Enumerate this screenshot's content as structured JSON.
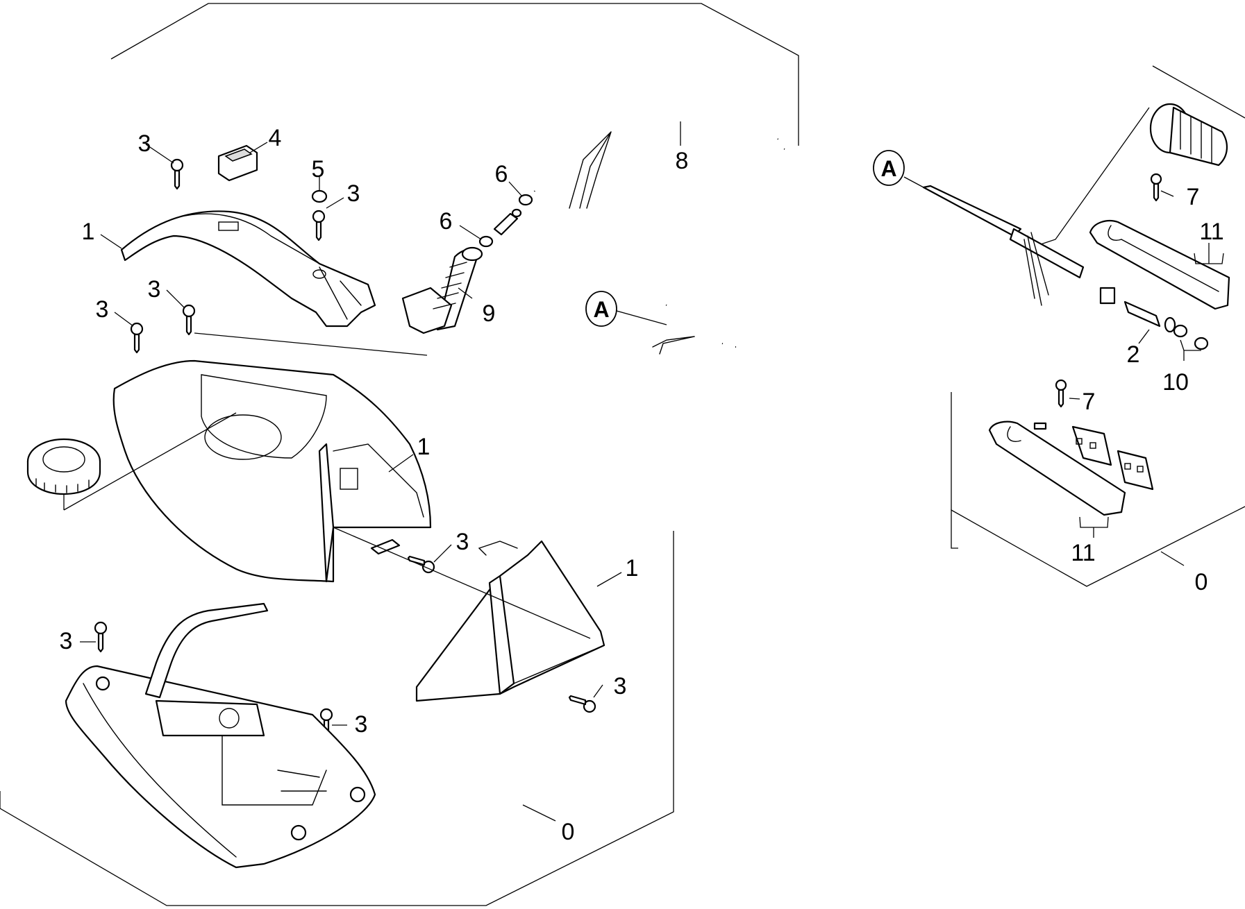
{
  "labels": [
    {
      "text": "3"
    },
    {
      "text": "4"
    },
    {
      "text": "5"
    },
    {
      "text": "3"
    },
    {
      "text": "6"
    },
    {
      "text": "6"
    },
    {
      "text": "8"
    },
    {
      "text": "1"
    },
    {
      "text": "9"
    },
    {
      "text": "3"
    },
    {
      "text": "3"
    },
    {
      "text": "1"
    },
    {
      "text": "3"
    },
    {
      "text": "1"
    },
    {
      "text": "3"
    },
    {
      "text": "3"
    },
    {
      "text": "3"
    },
    {
      "text": "0"
    },
    {
      "text": "7"
    },
    {
      "text": "11"
    },
    {
      "text": "2"
    },
    {
      "text": "10"
    },
    {
      "text": "7"
    },
    {
      "text": "11"
    },
    {
      "text": "0"
    }
  ],
  "callouts": [
    {
      "text": "A"
    },
    {
      "text": "A"
    }
  ]
}
